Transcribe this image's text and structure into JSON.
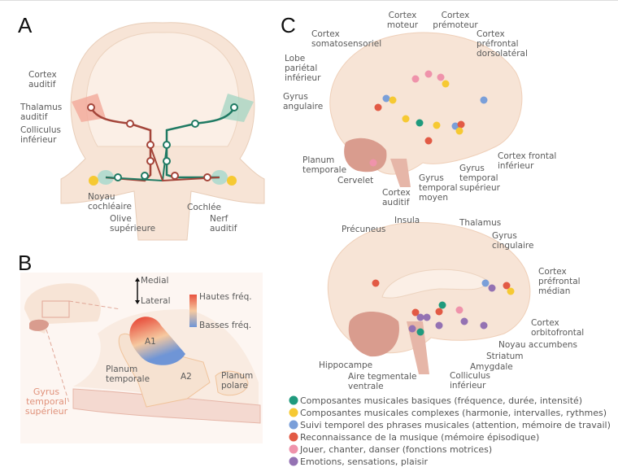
{
  "panel_letters": {
    "a": "A",
    "b": "B",
    "c": "C"
  },
  "panel_a": {
    "labels": [
      {
        "id": "cortex-auditif",
        "lines": [
          "Cortex",
          "auditif"
        ]
      },
      {
        "id": "thalamus-auditif",
        "lines": [
          "Thalamus",
          "auditif"
        ]
      },
      {
        "id": "colliculus-inferieur",
        "lines": [
          "Colliculus",
          "inférieur"
        ]
      },
      {
        "id": "noyau-cochleaire",
        "lines": [
          "Noyau",
          "cochléaire"
        ]
      },
      {
        "id": "olive-superieure",
        "lines": [
          "Olive",
          "supérieure"
        ]
      },
      {
        "id": "cochlee",
        "lines": [
          "Cochlée"
        ]
      },
      {
        "id": "nerf-auditif",
        "lines": [
          "Nerf",
          "auditif"
        ]
      }
    ]
  },
  "panel_b": {
    "orientation": {
      "top": "Medial",
      "bottom": "Lateral"
    },
    "color_scale": {
      "high": "Hautes fréq.",
      "low": "Basses fréq.",
      "high_color": "#e8523f",
      "low_color": "#6f95d6"
    },
    "labels": [
      {
        "id": "a1",
        "lines": [
          "A1"
        ]
      },
      {
        "id": "a2",
        "lines": [
          "A2"
        ]
      },
      {
        "id": "planum-temporale",
        "lines": [
          "Planum",
          "temporale"
        ]
      },
      {
        "id": "planum-polare",
        "lines": [
          "Planum",
          "polare"
        ]
      },
      {
        "id": "gyrus-temporal-superieur",
        "lines": [
          "Gyrus",
          "temporal",
          "supérieur"
        ]
      }
    ]
  },
  "panel_c": {
    "lateral_labels": [
      {
        "id": "cortex-moteur",
        "lines": [
          "Cortex",
          "moteur"
        ]
      },
      {
        "id": "cortex-premoteur",
        "lines": [
          "Cortex",
          "prémoteur"
        ]
      },
      {
        "id": "cortex-somatosensoriel",
        "lines": [
          "Cortex",
          "somatosensoriel"
        ]
      },
      {
        "id": "cortex-prefrontal-dorsolateral",
        "lines": [
          "Cortex",
          "préfrontal",
          "dorsolatéral"
        ]
      },
      {
        "id": "lobe-parietal-inferieur",
        "lines": [
          "Lobe",
          "pariétal",
          "inférieur"
        ]
      },
      {
        "id": "gyrus-angulaire",
        "lines": [
          "Gyrus",
          "angulaire"
        ]
      },
      {
        "id": "cortex-frontal-inferieur",
        "lines": [
          "Cortex frontal",
          "inférieur"
        ]
      },
      {
        "id": "planum-temporale",
        "lines": [
          "Planum",
          "temporale"
        ]
      },
      {
        "id": "cervelet",
        "lines": [
          "Cervelet"
        ]
      },
      {
        "id": "gyrus-temporal-superieur",
        "lines": [
          "Gyrus",
          "temporal",
          "supérieur"
        ]
      },
      {
        "id": "gyrus-temporal-moyen",
        "lines": [
          "Gyrus",
          "temporal",
          "moyen"
        ]
      },
      {
        "id": "cortex-auditif",
        "lines": [
          "Cortex",
          "auditif"
        ]
      }
    ],
    "medial_labels": [
      {
        "id": "precuneus",
        "lines": [
          "Précuneus"
        ]
      },
      {
        "id": "insula",
        "lines": [
          "Insula"
        ]
      },
      {
        "id": "thalamus",
        "lines": [
          "Thalamus"
        ]
      },
      {
        "id": "gyrus-cingulaire",
        "lines": [
          "Gyrus",
          "cingulaire"
        ]
      },
      {
        "id": "cortex-prefrontal-median",
        "lines": [
          "Cortex",
          "préfrontal",
          "médian"
        ]
      },
      {
        "id": "cortex-orbitofrontal",
        "lines": [
          "Cortex",
          "orbitofrontal"
        ]
      },
      {
        "id": "noyau-accumbens",
        "lines": [
          "Noyau accumbens"
        ]
      },
      {
        "id": "striatum",
        "lines": [
          "Striatum"
        ]
      },
      {
        "id": "amygdale",
        "lines": [
          "Amygdale"
        ]
      },
      {
        "id": "hippocampe",
        "lines": [
          "Hippocampe"
        ]
      },
      {
        "id": "aire-tegmentale-ventrale",
        "lines": [
          "Aire tegmentale",
          "ventrale"
        ]
      },
      {
        "id": "colliculus-inferieur",
        "lines": [
          "Colliculus",
          "inférieur"
        ]
      }
    ],
    "legend": [
      {
        "key": "basic",
        "color": "#1f9a7d",
        "label": "Composantes musicales basiques (fréquence, durée, intensité)"
      },
      {
        "key": "complex",
        "color": "#f6c933",
        "label": "Composantes musicales complexes (harmonie, intervalles, rythmes)"
      },
      {
        "key": "temporal",
        "color": "#7a9fd9",
        "label": "Suivi temporel des phrases musicales (attention, mémoire de travail)"
      },
      {
        "key": "recognition",
        "color": "#e25a45",
        "label": "Reconnaissance de la musique (mémoire épisodique)"
      },
      {
        "key": "motor",
        "color": "#ef93ab",
        "label": "Jouer, chanter, danser (fonctions motrices)"
      },
      {
        "key": "emotion",
        "color": "#9472b3",
        "label": "Emotions, sensations, plaisir"
      }
    ]
  }
}
